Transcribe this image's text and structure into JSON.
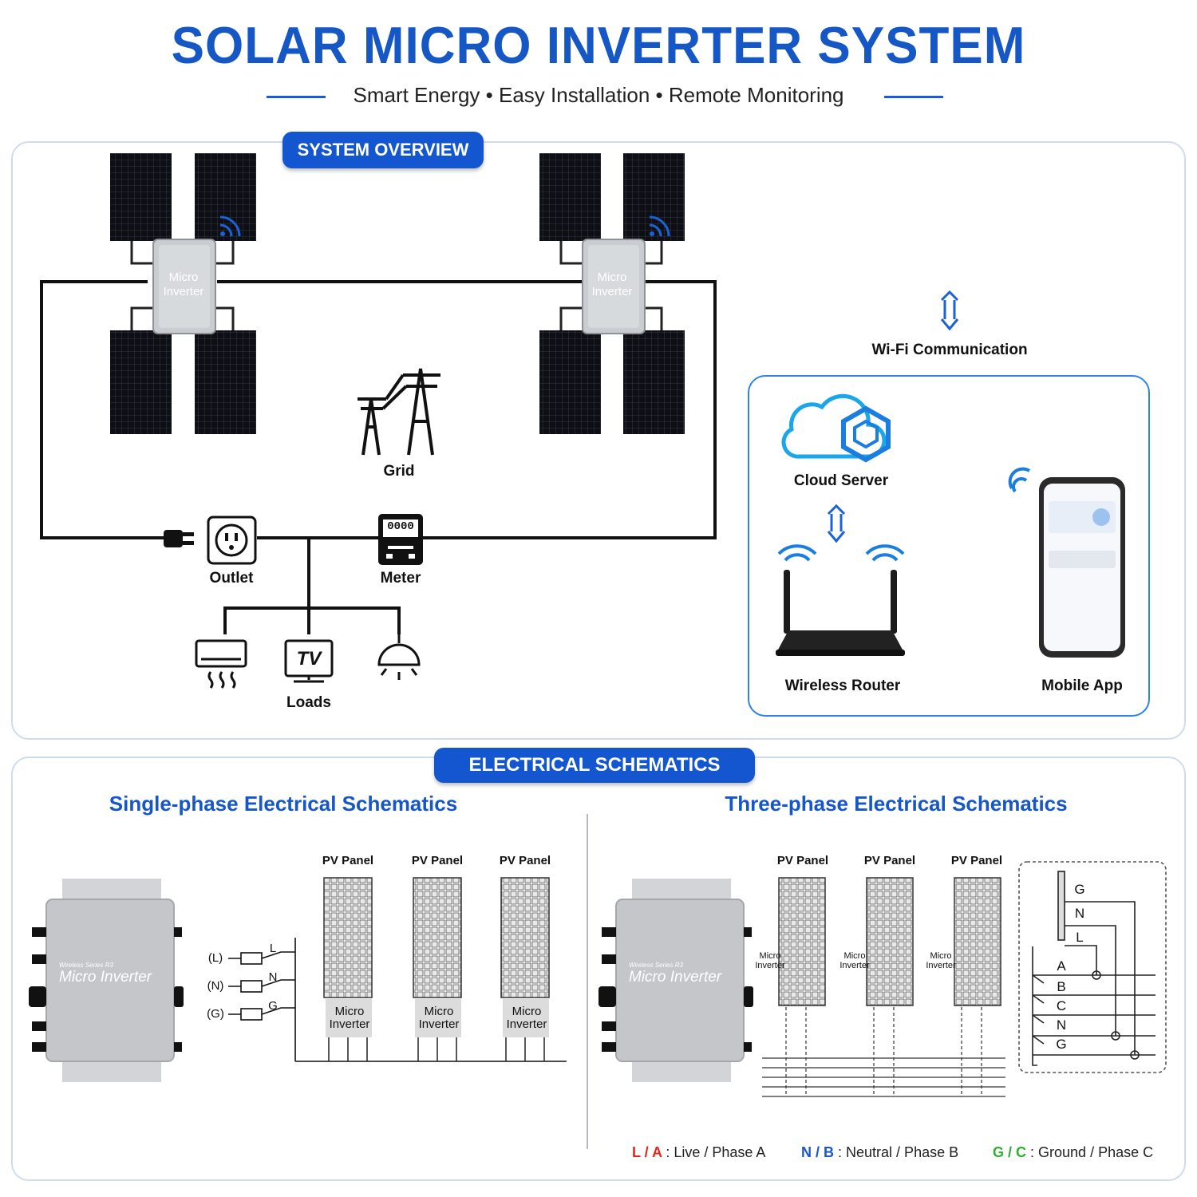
{
  "header": {
    "title": "SOLAR MICRO INVERTER SYSTEM",
    "subtitle": "Smart Energy • Easy Installation • Remote Monitoring"
  },
  "overview": {
    "badge": "SYSTEM OVERVIEW",
    "inverter_label_1": "Micro",
    "inverter_label_2": "Inverter",
    "grid": "Grid",
    "outlet": "Outlet",
    "meter": "Meter",
    "meter_reading": "0000",
    "loads": "Loads",
    "tv_text": "TV",
    "wifi": "Wi-Fi Communication",
    "cloud": "Cloud Server",
    "router": "Wireless Router",
    "app": "Mobile App"
  },
  "schematics": {
    "badge": "ELECTRICAL SCHEMATICS",
    "single_title": "Single-phase Electrical Schematics",
    "three_title": "Three-phase Electrical Schematics",
    "pv_panel": "PV Panel",
    "inverter_device_small": "Wireless Series R3",
    "inverter_device_label": "Micro Inverter",
    "single_terminals": [
      "(L)",
      "(N)",
      "(G)"
    ],
    "single_lines": [
      "L",
      "N",
      "G"
    ],
    "three_top": [
      "G",
      "N",
      "L"
    ],
    "three_phases": [
      "A",
      "B",
      "C",
      "N",
      "G"
    ]
  },
  "legend": {
    "l_a_key": "L / A",
    "l_a_text": ": Live / Phase A",
    "n_b_key": "N / B",
    "n_b_text": ": Neutral / Phase B",
    "g_c_key": "G / C",
    "g_c_text": ": Ground / Phase C"
  },
  "colors": {
    "brand_blue": "#1356d0",
    "legend_red": "#e0281e",
    "legend_blue": "#1a55d4",
    "legend_green": "#2fae2f"
  }
}
